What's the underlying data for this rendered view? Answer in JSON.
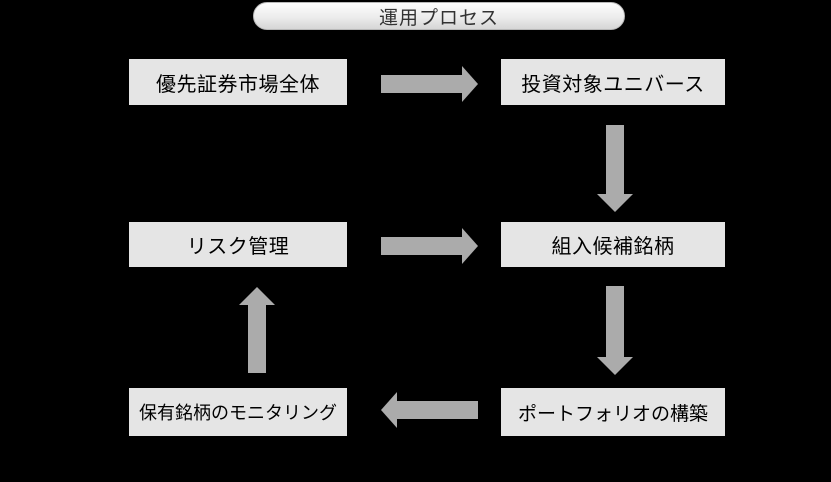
{
  "header": {
    "pill_label": "運用プロセス"
  },
  "flow": {
    "boxes": [
      {
        "id": "market",
        "label": "優先証券市場全体"
      },
      {
        "id": "universe",
        "label": "投資対象ユニバース"
      },
      {
        "id": "risk",
        "label": "リスク管理"
      },
      {
        "id": "candidates",
        "label": "組入候補銘柄"
      },
      {
        "id": "monitoring",
        "label": "保有銘柄のモニタリング"
      },
      {
        "id": "portfolio",
        "label": "ポートフォリオの構築"
      }
    ],
    "arrows": [
      {
        "id": "market-to-universe",
        "from": "優先証券市場全体",
        "to": "投資対象ユニバース",
        "direction": "right"
      },
      {
        "id": "universe-to-candidates",
        "from": "投資対象ユニバース",
        "to": "組入候補銘柄",
        "direction": "down"
      },
      {
        "id": "risk-to-candidates",
        "from": "リスク管理",
        "to": "組入候補銘柄",
        "direction": "right"
      },
      {
        "id": "candidates-to-portfolio",
        "from": "組入候補銘柄",
        "to": "ポートフォリオの構築",
        "direction": "down"
      },
      {
        "id": "portfolio-to-monitoring",
        "from": "ポートフォリオの構築",
        "to": "保有銘柄のモニタリング",
        "direction": "left"
      },
      {
        "id": "monitoring-to-risk",
        "from": "保有銘柄のモニタリング",
        "to": "リスク管理",
        "direction": "up"
      }
    ]
  },
  "colors": {
    "background": "#000000",
    "box_fill": "#e5e5e5",
    "box_text": "#000000",
    "arrow": "#ababab",
    "pill_gradient_top": "#fdfdfd",
    "pill_gradient_bottom": "#d6d6d6",
    "pill_text": "#333333"
  }
}
